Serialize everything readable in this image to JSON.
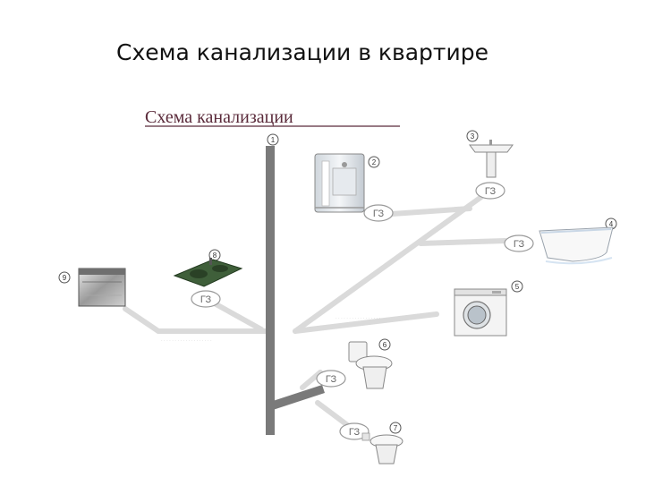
{
  "slide": {
    "title": "Схема канализации в квартире"
  },
  "diagram": {
    "title": "Схема канализации",
    "markers": [
      "1",
      "2",
      "3",
      "4",
      "5",
      "6",
      "7",
      "8",
      "9"
    ],
    "gz_label": "ГЗ",
    "fixtures": [
      {
        "number": "1",
        "icon": "riser-pipe-icon"
      },
      {
        "number": "2",
        "icon": "shower-cabin-icon"
      },
      {
        "number": "3",
        "icon": "washbasin-icon"
      },
      {
        "number": "4",
        "icon": "bathtub-icon"
      },
      {
        "number": "5",
        "icon": "washing-machine-icon"
      },
      {
        "number": "6",
        "icon": "toilet-icon"
      },
      {
        "number": "7",
        "icon": "bidet-icon"
      },
      {
        "number": "8",
        "icon": "kitchen-sink-icon"
      },
      {
        "number": "9",
        "icon": "dishwasher-icon"
      }
    ],
    "colors": {
      "riser": "#777777",
      "pipe": "#d8d8d8",
      "title": "#5a2a3a"
    }
  }
}
